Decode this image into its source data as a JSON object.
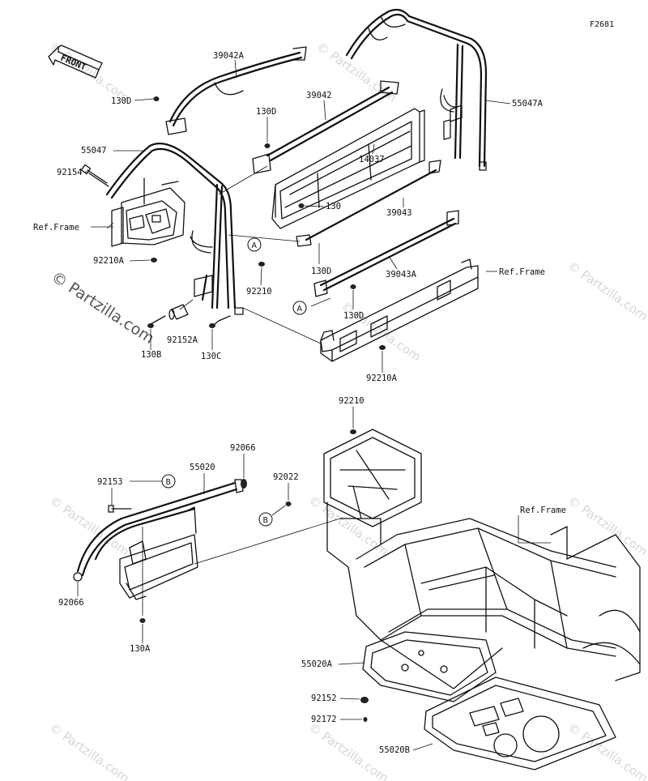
{
  "figure_code": "F2681",
  "front_label": "FRONT",
  "watermark_text": "© Partzilla.com",
  "watermark_main": "© Partzilla.com",
  "colors": {
    "line": "#111111",
    "watermark": "#d6d6d6",
    "background": "#ffffff"
  },
  "callout_letters": {
    "a": "A",
    "b": "B"
  },
  "labels": {
    "p39042A": "39042A",
    "p130D_1": "130D",
    "p130D_2": "130D",
    "p39042": "39042",
    "p55047": "55047",
    "p92154": "92154",
    "ref_frame_1": "Ref.Frame",
    "p92210A_1": "92210A",
    "p55047A": "55047A",
    "p14037": "14037",
    "p130": "130",
    "p39043": "39043",
    "p130D_3": "130D",
    "p39043A": "39043A",
    "ref_frame_2": "Ref.Frame",
    "p92210_1": "92210",
    "p130D_4": "130D",
    "p92152A": "92152A",
    "p130B": "130B",
    "p130C": "130C",
    "p92210A_2": "92210A",
    "p92210_2": "92210",
    "p92066_1": "92066",
    "p92153": "92153",
    "p55020": "55020",
    "p92022": "92022",
    "ref_frame_3": "Ref.Frame",
    "p92066_2": "92066",
    "p130A": "130A",
    "p55020A": "55020A",
    "p92152": "92152",
    "p92172": "92172",
    "p55020B": "55020B"
  }
}
